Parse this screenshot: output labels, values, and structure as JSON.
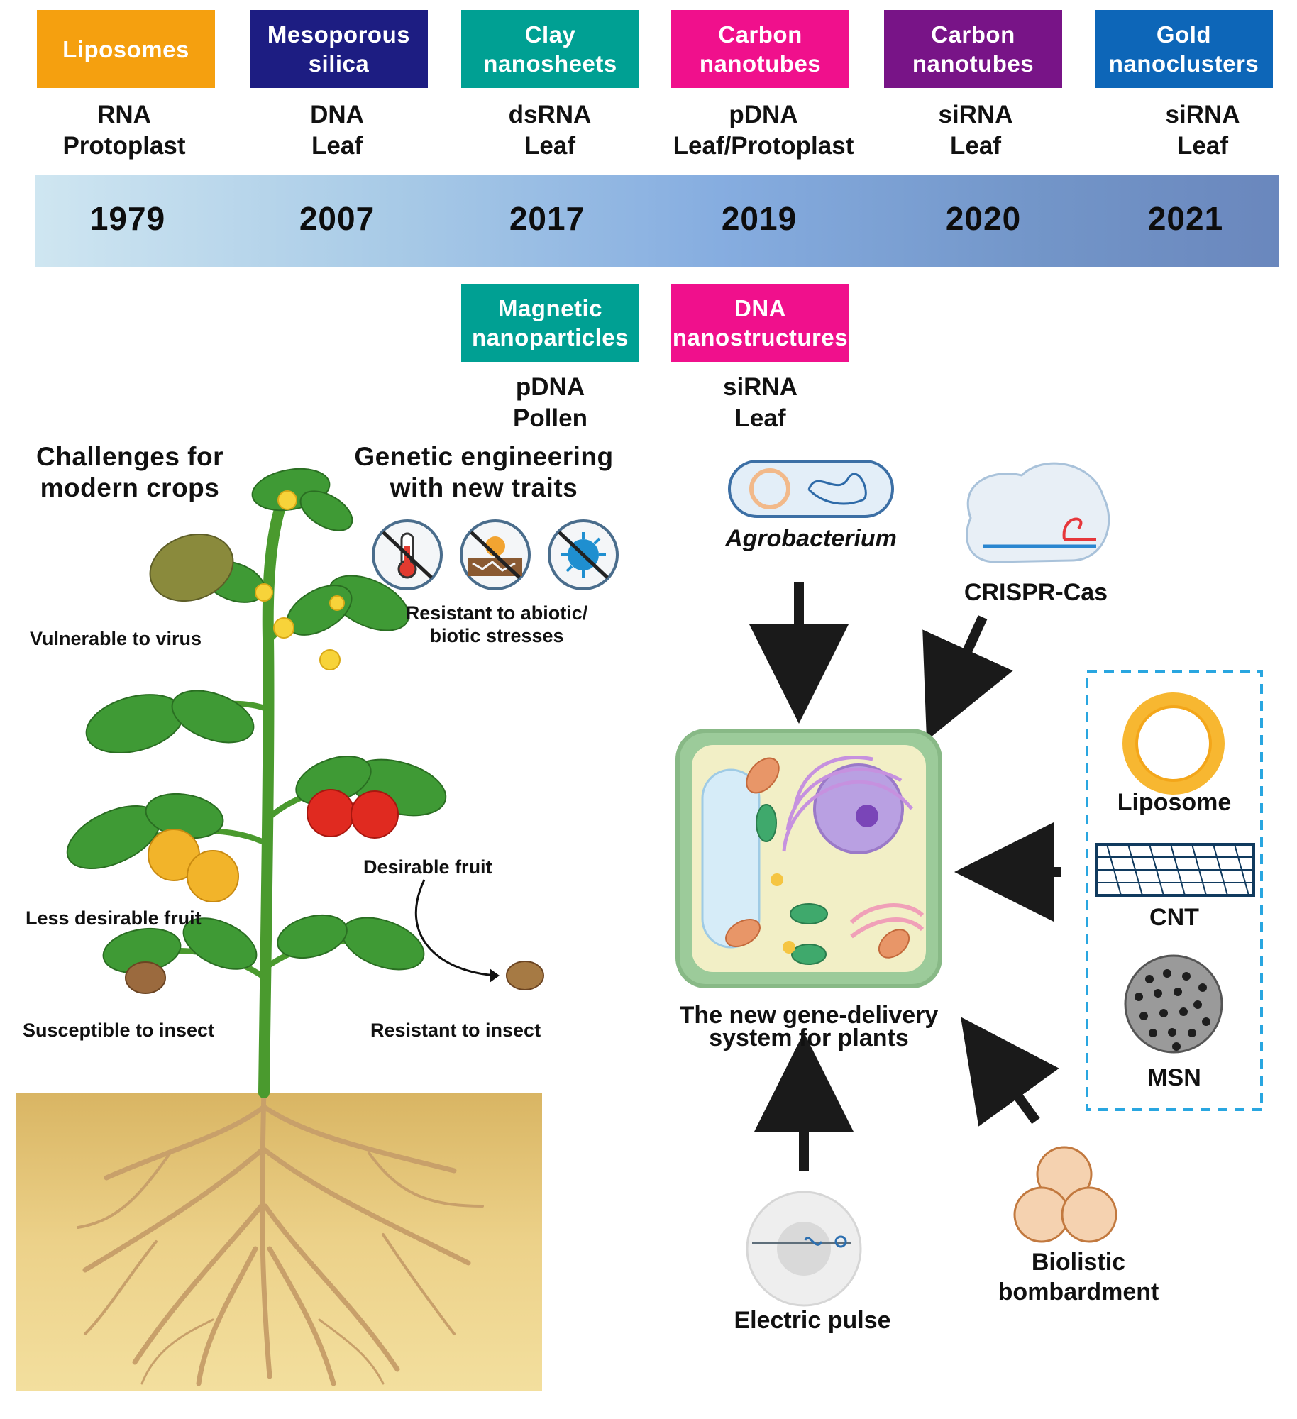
{
  "timeline": {
    "top_boxes": [
      {
        "label": "Liposomes",
        "color": "#f5a00f"
      },
      {
        "label": "Mesoporous\nsilica",
        "color": "#1d1d82"
      },
      {
        "label": "Clay\nnanosheets",
        "color": "#00a093"
      },
      {
        "label": "Carbon\nnanotubes",
        "color": "#f0108c"
      },
      {
        "label": "Carbon\nnanotubes",
        "color": "#781487"
      },
      {
        "label": "Gold\nnanoclusters",
        "color": "#0d66b8"
      }
    ],
    "top_details": [
      "RNA\nProtoplast",
      "DNA\nLeaf",
      "dsRNA\nLeaf",
      "pDNA\nLeaf/Protoplast",
      "siRNA\nLeaf",
      "siRNA\nLeaf"
    ],
    "years": [
      "1979",
      "2007",
      "2017",
      "2019",
      "2020",
      "2021"
    ],
    "bottom_boxes": [
      {
        "label": "Magnetic\nnanoparticles",
        "color": "#00a093"
      },
      {
        "label": "DNA\nnanostructures",
        "color": "#f0108c"
      }
    ],
    "bottom_details": [
      "pDNA\nPollen",
      "siRNA\nLeaf"
    ]
  },
  "plant_panel": {
    "heading_left": "Challenges for\nmodern crops",
    "heading_right": "Genetic engineering\nwith new traits",
    "stress_icons": [
      "thermometer-icon",
      "drought-icon",
      "virus-icon"
    ],
    "stress_caption": "Resistant to abiotic/\nbiotic stresses",
    "labels": {
      "virus": "Vulnerable to virus",
      "less_desirable": "Less desirable fruit",
      "desirable": "Desirable fruit",
      "susceptible": "Susceptible to insect",
      "resistant": "Resistant to insect"
    },
    "colors": {
      "soil": "#e9c97a",
      "stem": "#4a9a2e",
      "leaf": "#3f9a35",
      "ripe_fruit": "#e02a20",
      "unripe_fruit": "#f2b42a",
      "root": "#c8a06a"
    }
  },
  "delivery_panel": {
    "agrobacterium": "Agrobacterium",
    "crispr": "CRISPR-Cas",
    "cell_caption": "The new gene-delivery\nsystem for plants",
    "electric_pulse": "Electric pulse",
    "biolistic": "Biolistic\nbombardment",
    "nanomaterials": [
      "Liposome",
      "CNT",
      "MSN"
    ],
    "dashed_box_color": "#29a6e0"
  }
}
